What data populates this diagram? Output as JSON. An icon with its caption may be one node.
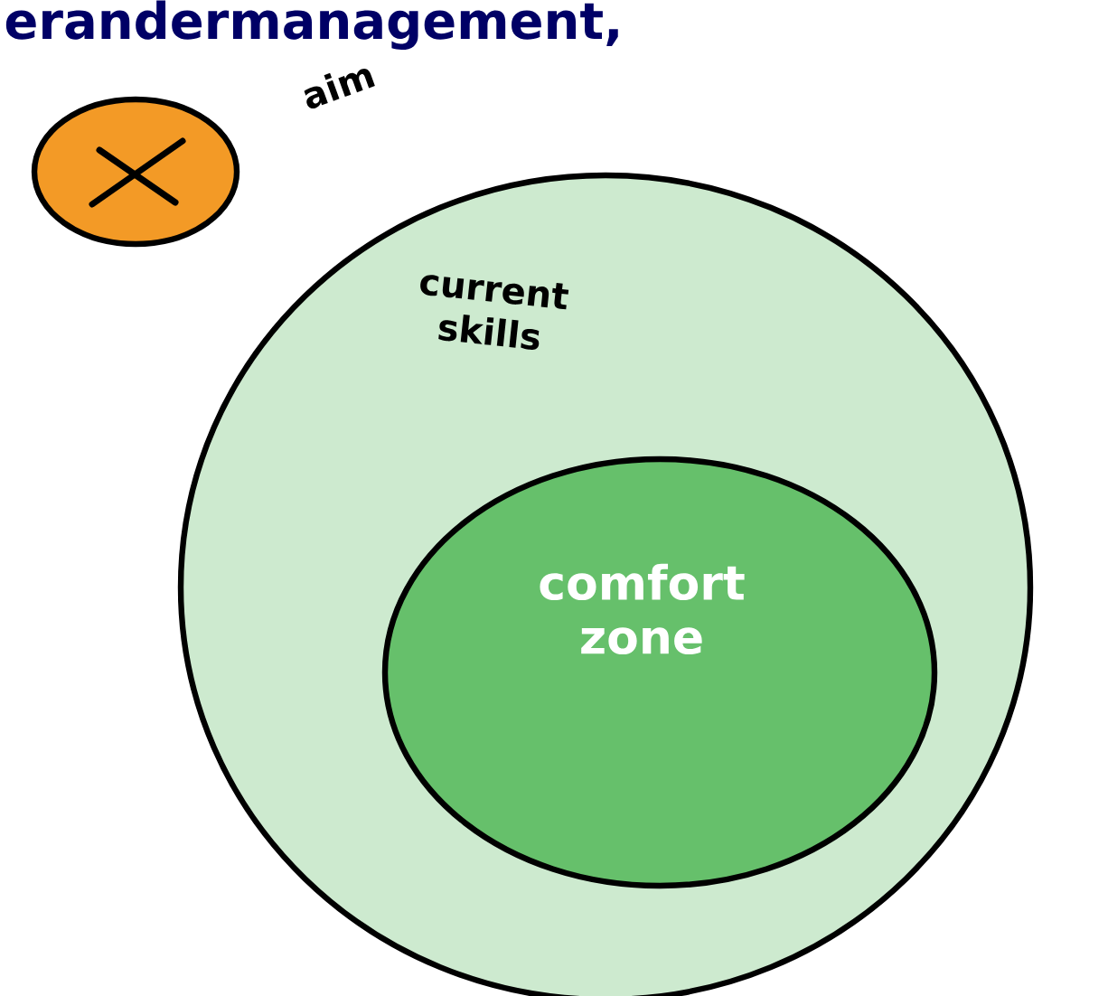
{
  "diagram": {
    "title": "erandermanagement,",
    "nodes": [
      {
        "text": [
          "current skills"
        ]
      },
      {
        "text": [
          "comfort zone"
        ],
        "in": 0
      },
      {
        "text": [],
        "shape": "circle",
        "beside": [
          "aim"
        ]
      }
    ]
  }
}
